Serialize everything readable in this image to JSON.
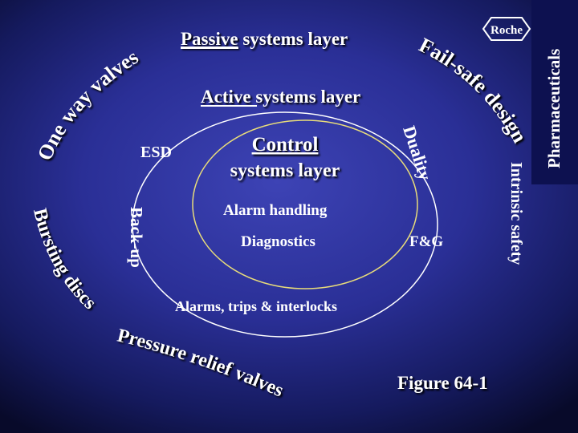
{
  "passive_title_emphasis": "Passive",
  "passive_title_rest": " systems layer",
  "active_title_emphasis": "Active",
  "active_title_rest": " systems layer",
  "control_line1": "Control",
  "control_line2": "systems layer",
  "esd": "ESD",
  "alarm_handling": "Alarm handling",
  "diagnostics": "Diagnostics",
  "fg": "F&G",
  "back_up": "Back-up",
  "duality": "Duality",
  "alarms_trips": "Alarms, trips & interlocks",
  "one_way_valves": "One way valves",
  "fail_safe_design": "Fail-safe design",
  "bursting_discs": "Bursting discs",
  "intrinsic_safety": "Intrinsic safety",
  "pressure_relief_valves": "Pressure relief valves",
  "figure_label": "Figure 64-1",
  "sidebar_label": "Pharmaceuticals",
  "logo_text": "Roche"
}
